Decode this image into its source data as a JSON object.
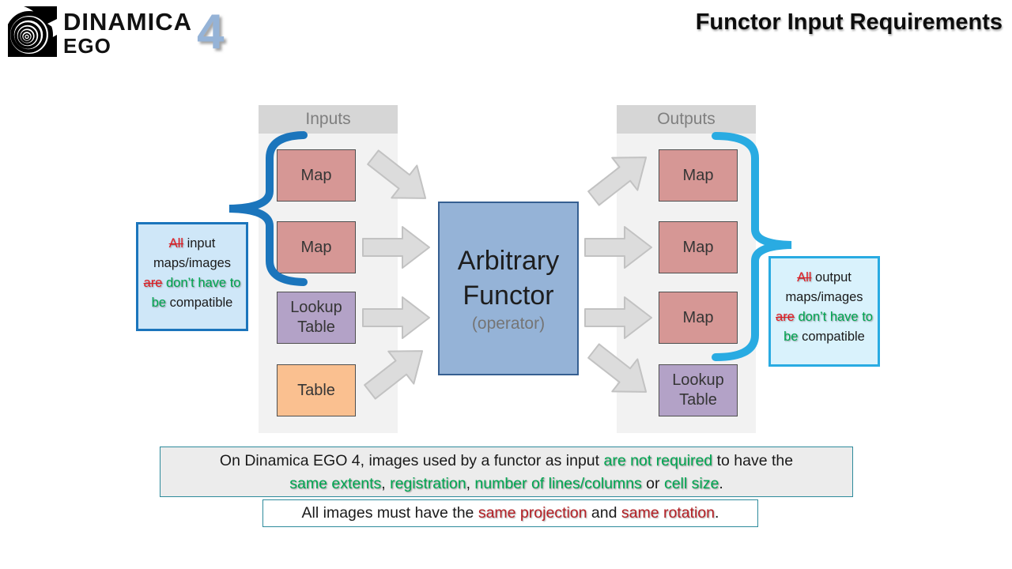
{
  "colors": {
    "map_fill": "#d69795",
    "lookup_table_fill": "#b3a2c7",
    "table_fill": "#fac090",
    "functor_fill": "#95b3d7",
    "functor_border": "#365f91",
    "panel_body": "#f2f2f2",
    "panel_header": "#d6d6d6",
    "arrow_fill": "#dcdcdc",
    "input_brace_blue": "#1b75bc",
    "output_brace_cyan": "#29abe2",
    "left_callout_bg": "#cfe7f8",
    "right_callout_bg": "#d9f2fc",
    "note_border_teal": "#2e8b9c",
    "green_text": "#00a651",
    "red_strike_text": "#e11b22",
    "dark_red_text": "#b42025",
    "logo_version_blue": "#95b3d7"
  },
  "header": {
    "logo": {
      "line1": "DINAMICA",
      "line2": "EGO",
      "version": "4"
    },
    "title": "Functor Input Requirements"
  },
  "diagram": {
    "inputs": {
      "header": "Inputs",
      "boxes": [
        "Map",
        "Map",
        "Lookup Table",
        "Table"
      ]
    },
    "outputs": {
      "header": "Outputs",
      "boxes": [
        "Map",
        "Map",
        "Map",
        "Lookup Table"
      ]
    },
    "functor": {
      "title": "Arbitrary Functor",
      "subtitle": "(operator)"
    },
    "left_callout": {
      "segments": [
        {
          "text": "All",
          "style": "red-strike"
        },
        {
          "text": " input maps/images ",
          "style": "black"
        },
        {
          "text": "are",
          "style": "red-strike"
        },
        {
          "text": " ",
          "style": "black"
        },
        {
          "text": "don’t have to be",
          "style": "green"
        },
        {
          "text": " compatible",
          "style": "black"
        }
      ]
    },
    "right_callout": {
      "segments": [
        {
          "text": "All",
          "style": "red-strike"
        },
        {
          "text": " output maps/images ",
          "style": "black"
        },
        {
          "text": "are",
          "style": "red-strike"
        },
        {
          "text": " ",
          "style": "black"
        },
        {
          "text": "don’t have to be",
          "style": "green"
        },
        {
          "text": " compatible",
          "style": "black"
        }
      ]
    }
  },
  "notes": {
    "note1": {
      "lines": [
        [
          {
            "text": "On Dinamica EGO 4, images used by a functor as input ",
            "style": "black"
          },
          {
            "text": "are not required",
            "style": "green"
          },
          {
            "text": " to have the",
            "style": "black"
          }
        ],
        [
          {
            "text": "same extents",
            "style": "green"
          },
          {
            "text": ", ",
            "style": "black"
          },
          {
            "text": "registration",
            "style": "green"
          },
          {
            "text": ", ",
            "style": "black"
          },
          {
            "text": "number of lines/columns",
            "style": "green"
          },
          {
            "text": " or ",
            "style": "black"
          },
          {
            "text": "cell size",
            "style": "green"
          },
          {
            "text": ".",
            "style": "black"
          }
        ]
      ]
    },
    "note2": {
      "segments": [
        {
          "text": "All images must have the ",
          "style": "black"
        },
        {
          "text": "same projection",
          "style": "darkred"
        },
        {
          "text": " and ",
          "style": "black"
        },
        {
          "text": "same rotation",
          "style": "darkred"
        },
        {
          "text": ".",
          "style": "black"
        }
      ]
    }
  }
}
